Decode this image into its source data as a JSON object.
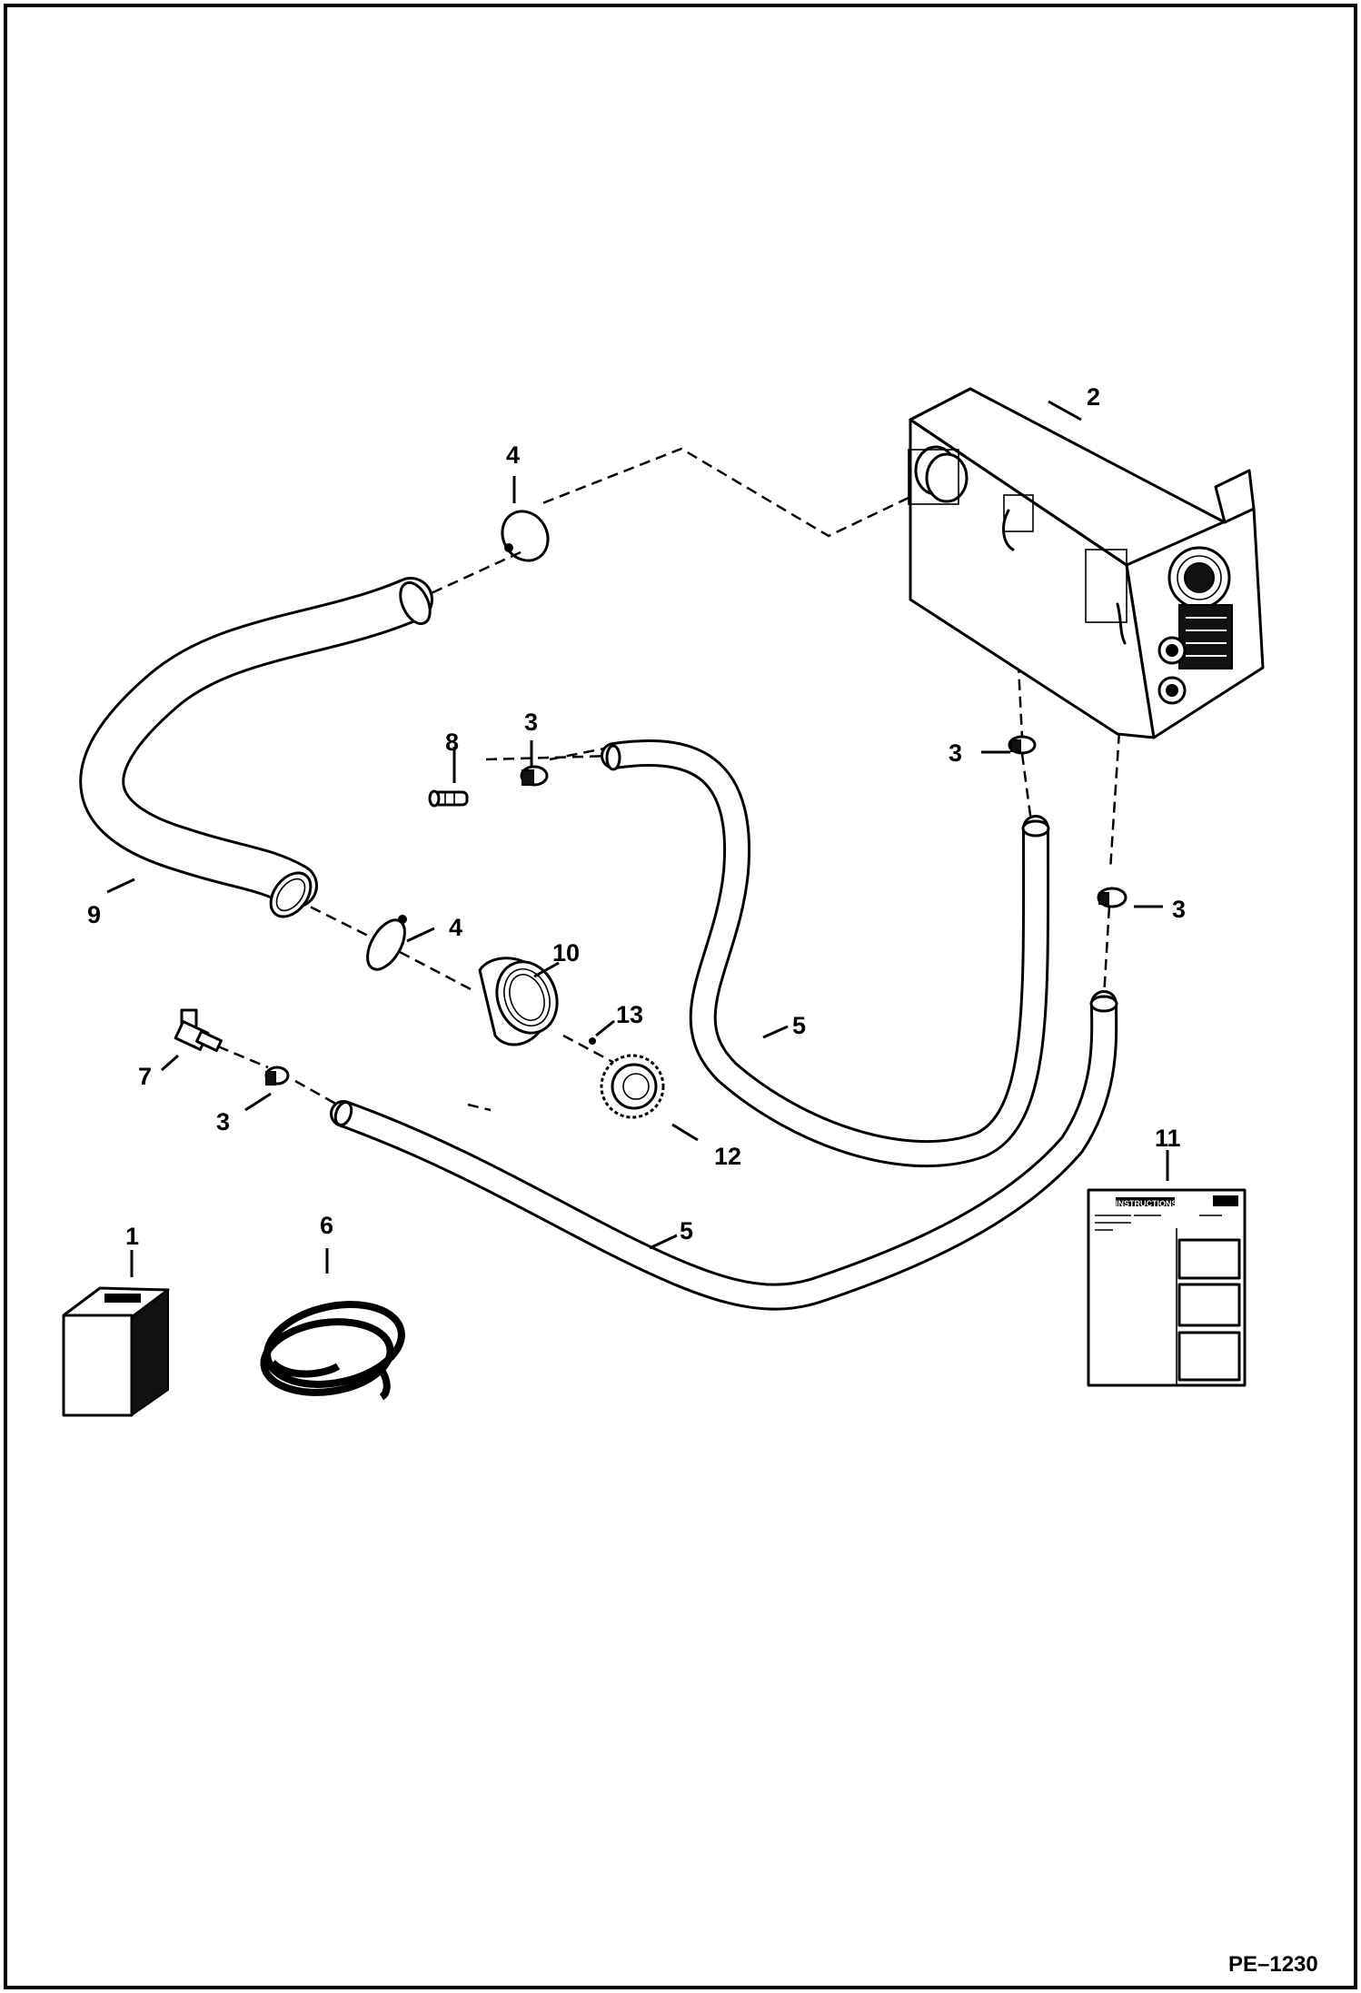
{
  "drawing_code": "PE–1230",
  "callouts": {
    "p1": "1",
    "p2": "2",
    "p3a": "3",
    "p3b": "3",
    "p3c": "3",
    "p3d": "3",
    "p4a": "4",
    "p4b": "4",
    "p5a": "5",
    "p5b": "5",
    "p6": "6",
    "p7": "7",
    "p8": "8",
    "p9": "9",
    "p10": "10",
    "p11": "11",
    "p12": "12",
    "p13": "13"
  },
  "instruction_sheet_heading": "INSTRUCTIONS"
}
